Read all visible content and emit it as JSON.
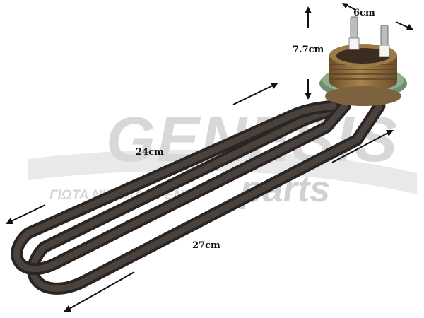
{
  "photo": {
    "subject": "heating-element",
    "colors": {
      "background": "#ffffff",
      "element_tube": "#3a3431",
      "flange_brass": "#8a6a3c",
      "gasket": "#6e8f6d",
      "watermark": "#d2d2d2",
      "arrow": "#111111"
    }
  },
  "dimensions": {
    "width_label": "6cm",
    "height_label": "7.7cm",
    "inner_length_label": "24cm",
    "outer_length_label": "27cm"
  },
  "watermark": {
    "brand_word": "GENESIS",
    "sub_word": "parts",
    "tagline": "ΓΙΩΤΑ ΝΙΚΟΛΑΟΣ ΕΝΗ"
  }
}
